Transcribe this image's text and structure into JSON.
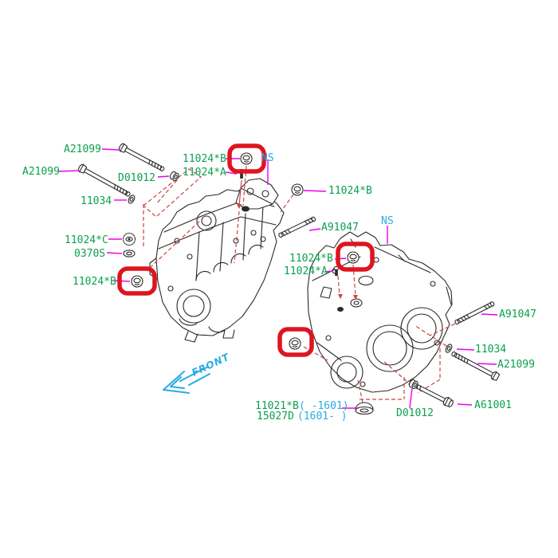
{
  "diagram": {
    "kind": "exploded-parts-diagram",
    "subject": "engine cylinder block set",
    "background": "#ffffff",
    "colors": {
      "part_label_green": "#0aa14e",
      "note_cyan": "#29abe2",
      "leader_magenta": "#ee00ee",
      "axis_red_dashed": "#cc4444",
      "highlight_red": "#dd1520",
      "drawing_line": "#2a2a2a"
    },
    "highlight_count": 4
  },
  "labels": [
    {
      "text": "A21099"
    },
    {
      "text": "A21099"
    },
    {
      "text": "D01012"
    },
    {
      "text": "11034"
    },
    {
      "text": "11024*C"
    },
    {
      "text": "0370S"
    },
    {
      "text": "11024*B"
    },
    {
      "text": "11024*B"
    },
    {
      "text": "11024*A"
    },
    {
      "text": "11024*B"
    },
    {
      "text": "A91047"
    },
    {
      "text": "11024*B"
    },
    {
      "text": "11024*A"
    },
    {
      "text": "A91047"
    },
    {
      "text": "11034"
    },
    {
      "text": "A21099"
    },
    {
      "text": "A61001"
    },
    {
      "text": "D01012"
    },
    {
      "text": "11021*B"
    },
    {
      "text": "15027D"
    }
  ],
  "notes": [
    {
      "text": "NS"
    },
    {
      "text": "NS"
    },
    {
      "text": "( -1601)"
    },
    {
      "text": "(1601- )"
    }
  ],
  "front": {
    "text": "FRONT"
  }
}
